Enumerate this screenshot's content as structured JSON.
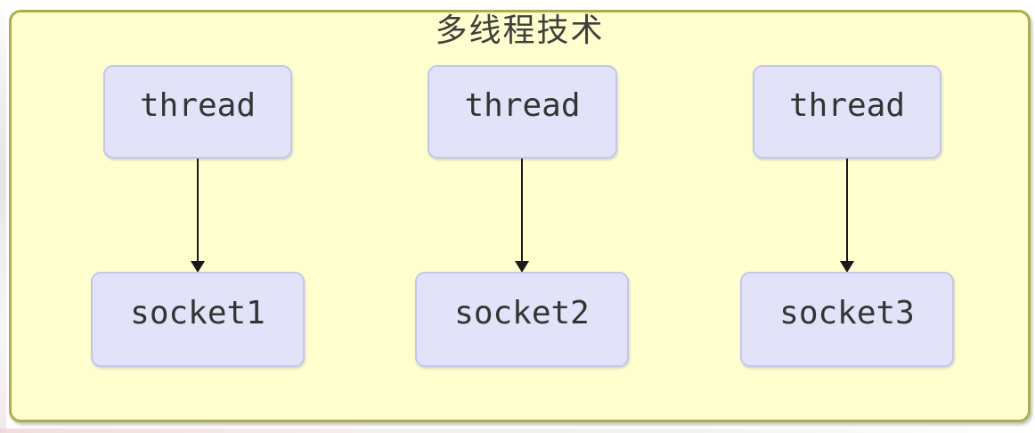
{
  "diagram": {
    "type": "flow-diagram",
    "title": "多线程技术",
    "threads": [
      {
        "id": "thread-1",
        "label": "thread"
      },
      {
        "id": "thread-2",
        "label": "thread"
      },
      {
        "id": "thread-3",
        "label": "thread"
      }
    ],
    "sockets": [
      {
        "id": "socket-1",
        "label": "socket1"
      },
      {
        "id": "socket-2",
        "label": "socket2"
      },
      {
        "id": "socket-3",
        "label": "socket3"
      }
    ],
    "edges": [
      {
        "from": "thread-1",
        "to": "socket-1",
        "style": "solid-arrow-down"
      },
      {
        "from": "thread-2",
        "to": "socket-2",
        "style": "solid-arrow-down"
      },
      {
        "from": "thread-3",
        "to": "socket-3",
        "style": "solid-arrow-down"
      }
    ],
    "colors": {
      "container_fill": "#FEFECE",
      "container_border": "#AEAE4F",
      "node_fill": "#E2E2F8",
      "node_border": "#C6C6EC",
      "arrow": "#1A1A1A",
      "node_text": "#343434",
      "title_text": "#3F3F3F"
    }
  }
}
